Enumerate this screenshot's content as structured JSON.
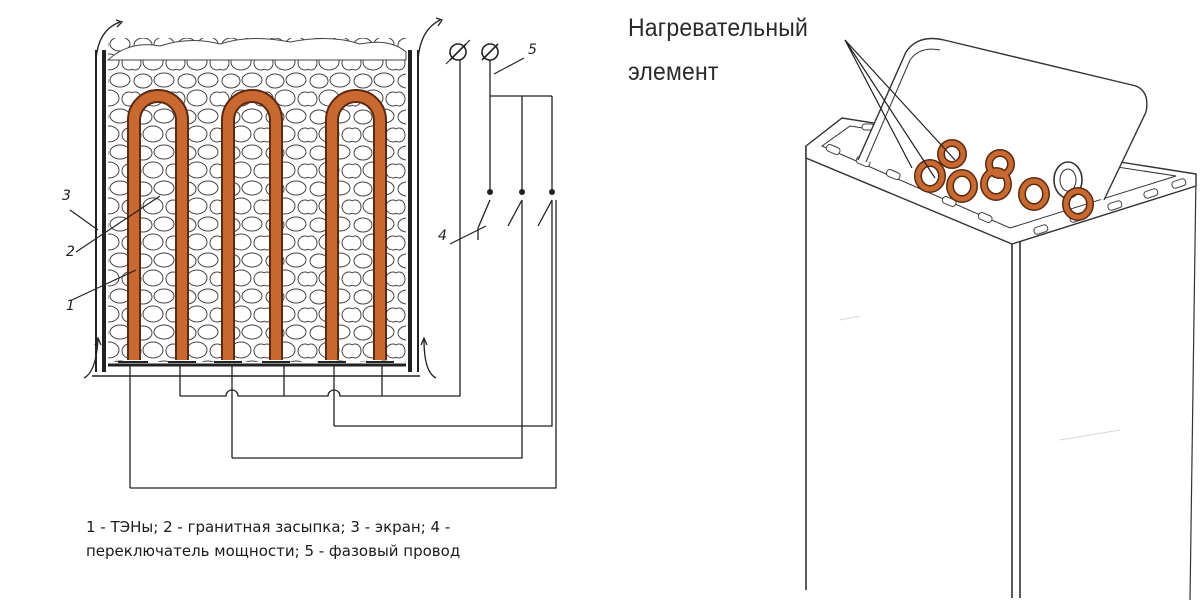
{
  "diagram": {
    "callouts": [
      "3",
      "2",
      "1",
      "4",
      "5"
    ]
  },
  "caption": {
    "line1": "1 - ТЭНы; 2 - гранитная засыпка; 3 - экран; 4 -",
    "line2": "переключатель мощности; 5 - фазовый провод"
  },
  "heater": {
    "label_line1": "Нагревательный",
    "label_line2": "элемент"
  },
  "colors": {
    "element_fill": "#c9682f",
    "element_stroke": "#5a2a12",
    "line": "#222222"
  }
}
